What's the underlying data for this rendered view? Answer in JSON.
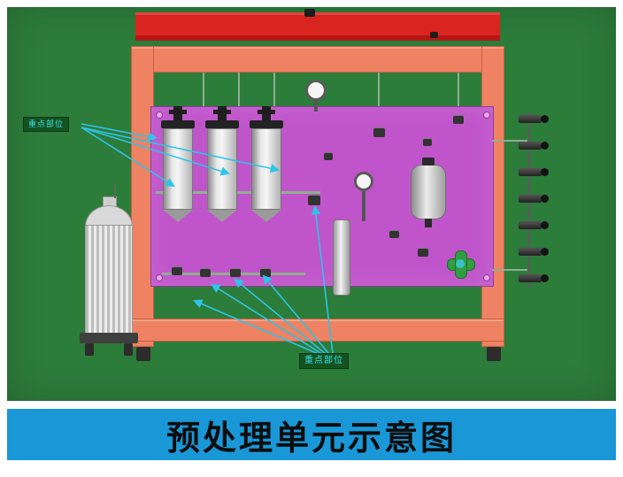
{
  "caption": {
    "title": "预处理单元示意图"
  },
  "diagram": {
    "label_top": "重点部位",
    "label_bottom": "重点部位"
  },
  "colors": {
    "background_green": "#2c7c3a",
    "top_bar_red": "#d9241f",
    "frame_orange": "#ee8262",
    "panel_magenta": "#c055cb",
    "banner_blue": "#1a97d6",
    "arrow_cyan": "#2ec4e8",
    "label_box_green": "#14531f",
    "label_text_cyan": "#3ae0ea",
    "cross_valve_green": "#2f9e3f"
  }
}
